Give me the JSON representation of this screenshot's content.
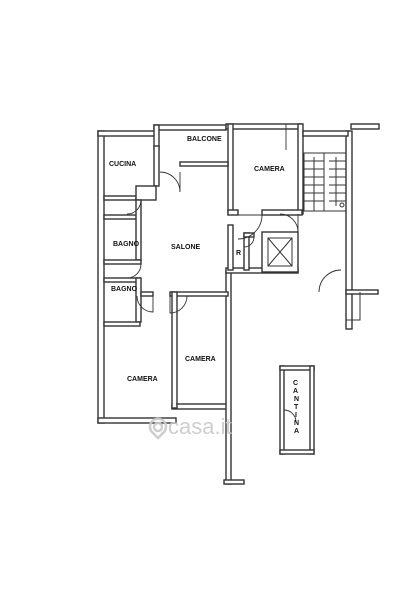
{
  "rooms": {
    "cucina": "CUCINA",
    "balcone": "BALCONE",
    "camera_top": "CAMERA",
    "bagno_1": "BAGNO",
    "salone": "SALONE",
    "r": "R",
    "bagno_2": "BAGNO",
    "camera_bottom_left": "CAMERA",
    "camera_bottom_mid": "CAMERA"
  },
  "cantina": [
    "C",
    "A",
    "N",
    "T",
    "I",
    "N",
    "A"
  ],
  "watermark": {
    "text": "casa.it"
  },
  "colors": {
    "wall": "#333333",
    "background": "#ffffff",
    "watermark": "#c9c9c9"
  }
}
